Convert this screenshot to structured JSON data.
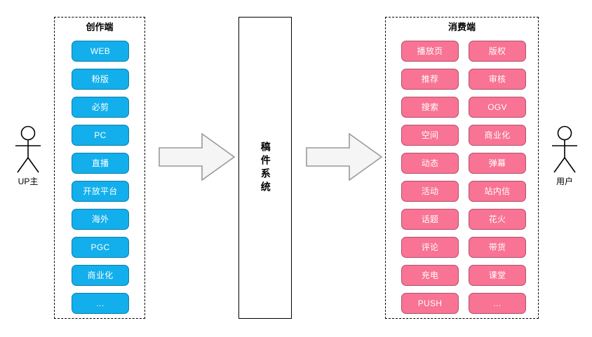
{
  "diagram": {
    "type": "block-flow-diagram",
    "background": "#ffffff",
    "colors": {
      "creator_chip_fill": "#12AFEC",
      "creator_chip_border": "#0B7FAA",
      "consumer_chip_fill": "#F87394",
      "consumer_chip_border": "#B5506C",
      "arrow_fill": "#F5F5F5",
      "arrow_stroke": "#999999",
      "group_border": "#000000",
      "text_on_chip": "#ffffff",
      "text_primary": "#000000"
    }
  },
  "actors": {
    "left": {
      "label": "UP主",
      "name": "up-creator-actor"
    },
    "right": {
      "label": "用户",
      "name": "user-actor"
    }
  },
  "creator_group": {
    "title": "创作端",
    "items": [
      {
        "label": "WEB"
      },
      {
        "label": "粉版"
      },
      {
        "label": "必剪"
      },
      {
        "label": "PC"
      },
      {
        "label": "直播"
      },
      {
        "label": "开放平台"
      },
      {
        "label": "海外"
      },
      {
        "label": "PGC"
      },
      {
        "label": "商业化"
      },
      {
        "label": "..."
      }
    ]
  },
  "system_box": {
    "label": "稿件系统"
  },
  "consumer_group": {
    "title": "消费端",
    "column_left": [
      {
        "label": "播放页"
      },
      {
        "label": "推荐"
      },
      {
        "label": "搜索"
      },
      {
        "label": "空间"
      },
      {
        "label": "动态"
      },
      {
        "label": "活动"
      },
      {
        "label": "话题"
      },
      {
        "label": "评论"
      },
      {
        "label": "充电"
      },
      {
        "label": "PUSH"
      }
    ],
    "column_right": [
      {
        "label": "版权"
      },
      {
        "label": "审核"
      },
      {
        "label": "OGV"
      },
      {
        "label": "商业化"
      },
      {
        "label": "弹幕"
      },
      {
        "label": "站内信"
      },
      {
        "label": "花火"
      },
      {
        "label": "带货"
      },
      {
        "label": "课堂"
      },
      {
        "label": "..."
      }
    ]
  },
  "arrows": [
    {
      "name": "arrow-creator-to-system",
      "direction": "right"
    },
    {
      "name": "arrow-system-to-consumer",
      "direction": "right"
    }
  ]
}
